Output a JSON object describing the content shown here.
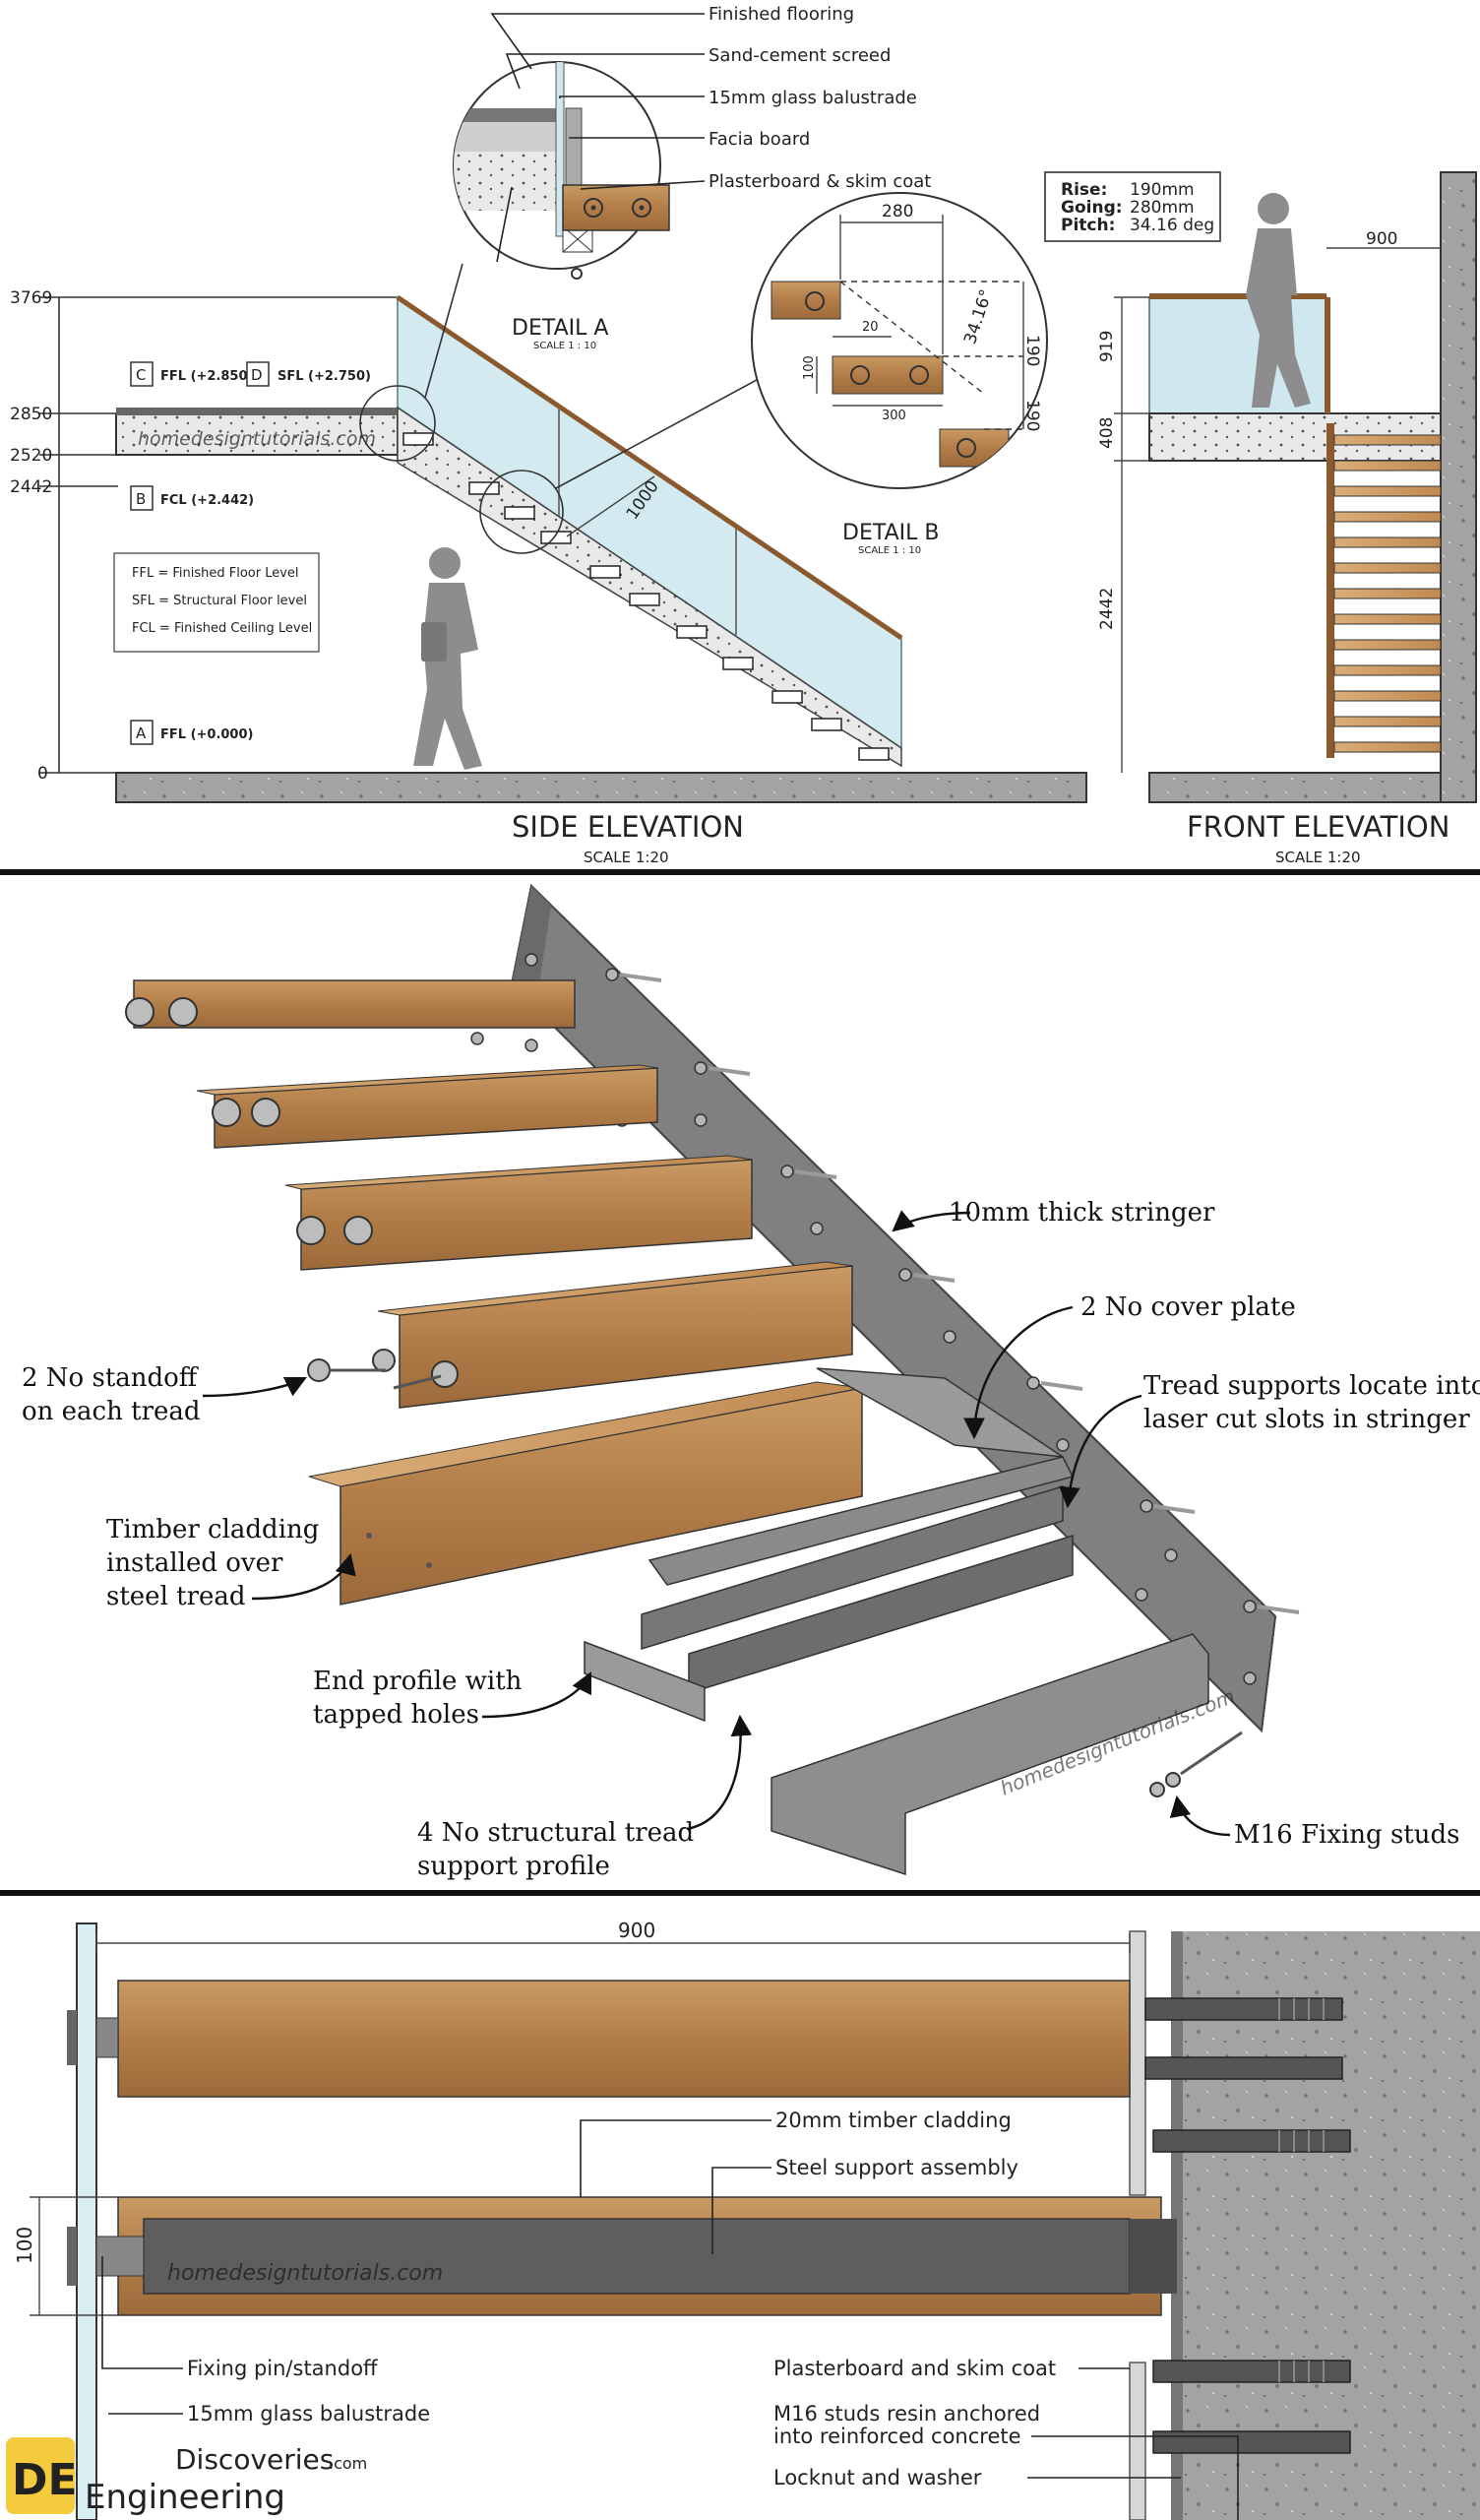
{
  "side_elevation": {
    "title": "SIDE ELEVATION",
    "scale": "SCALE 1:20",
    "levels": [
      "3769",
      "2850",
      "2520",
      "2442",
      "0"
    ],
    "tag_c": "C",
    "tag_c_text": "FFL (+2.850)",
    "tag_d": "D",
    "tag_d_text": "SFL (+2.750)",
    "tag_b": "B",
    "tag_b_text": "FCL (+2.442)",
    "tag_a": "A",
    "tag_a_text": "FFL (+0.000)",
    "legend": [
      "FFL = Finished Floor Level",
      "SFL = Structural Floor level",
      "FCL = Finished Ceiling Level"
    ],
    "rail_dim": "1000",
    "watermark": "homedesigntutorials.com"
  },
  "detail_a": {
    "title": "DETAIL A",
    "scale": "SCALE 1 : 10",
    "labels": [
      "Finished flooring",
      "Sand-cement screed",
      "15mm glass balustrade",
      "Facia board",
      "Plasterboard & skim coat"
    ]
  },
  "detail_b": {
    "title": "DETAIL B",
    "scale": "SCALE 1 : 10",
    "dim_280": "280",
    "dim_20": "20",
    "dim_100": "100",
    "dim_300": "300",
    "dim_190a": "190",
    "dim_190b": "190",
    "angle": "34.16°"
  },
  "spec_box": {
    "rise_label": "Rise:",
    "rise_value": "190mm",
    "going_label": "Going:",
    "going_value": "280mm",
    "pitch_label": "Pitch:",
    "pitch_value": "34.16 deg"
  },
  "front_elevation": {
    "title": "FRONT ELEVATION",
    "scale": "SCALE 1:20",
    "dim_900": "900",
    "dim_919": "919",
    "dim_408": "408",
    "dim_2442": "2442"
  },
  "exploded": {
    "stringer": "10mm thick stringer",
    "cover_plate": "2 No cover plate",
    "tread_supports_1": "Tread supports locate into",
    "tread_supports_2": "laser cut slots in stringer",
    "standoff_1": "2 No standoff",
    "standoff_2": "on each tread",
    "cladding_1": "Timber cladding",
    "cladding_2": "installed over",
    "cladding_3": "steel tread",
    "end_profile_1": "End profile with",
    "end_profile_2": "tapped holes",
    "support_profile_1": "4 No structural tread",
    "support_profile_2": "support profile",
    "fixing_studs": "M16 Fixing studs",
    "watermark": "homedesigntutorials.com"
  },
  "plan_section": {
    "dim_900": "900",
    "dim_100": "100",
    "timber": "20mm timber cladding",
    "steel": "Steel support assembly",
    "pin": "Fixing pin/standoff",
    "glass": "15mm glass balustrade",
    "plasterboard": "Plasterboard and skim coat",
    "studs_1": "M16 studs resin anchored",
    "studs_2": "into reinforced concrete",
    "locknut": "Locknut and washer",
    "watermark": "homedesigntutorials.com"
  },
  "brand": {
    "logo_letters": "DE",
    "line1": "Discoveries",
    "line1_suffix": ".com",
    "line2": "Engineering"
  },
  "colors": {
    "timber": "#b9844f",
    "steel": "#7d7d7d",
    "glass": "#cfe8ef",
    "concrete": "#9a9a9a",
    "brand_yellow": "#f2c21b"
  }
}
